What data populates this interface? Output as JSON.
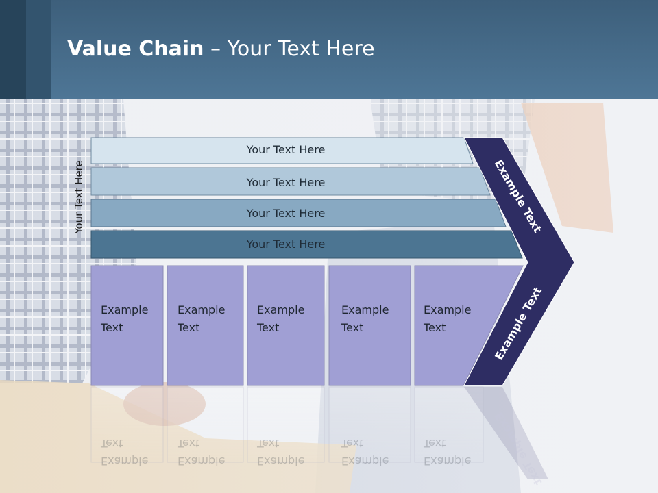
{
  "slide": {
    "title_bold": "Value Chain",
    "title_rest": " – Your Text Here",
    "vertical_label": "Your Text Here"
  },
  "bars": [
    {
      "label": "Your Text Here",
      "color": "#d6e4ee"
    },
    {
      "label": "Your Text Here",
      "color": "#b0c8da"
    },
    {
      "label": "Your Text Here",
      "color": "#88a9c2"
    },
    {
      "label": "Your Text Here",
      "color": "#4c7592"
    }
  ],
  "columns": [
    {
      "line1": "Example",
      "line2": "Text"
    },
    {
      "line1": "Example",
      "line2": "Text"
    },
    {
      "line1": "Example",
      "line2": "Text"
    },
    {
      "line1": "Example",
      "line2": "Text"
    },
    {
      "line1": "Example",
      "line2": "Text"
    }
  ],
  "arrow": {
    "upper_label": "Example Text",
    "lower_label": "Example Text",
    "color": "#2e2d63"
  },
  "colors": {
    "column_fill": "#a09fd4",
    "header": "#4a6f8e"
  }
}
